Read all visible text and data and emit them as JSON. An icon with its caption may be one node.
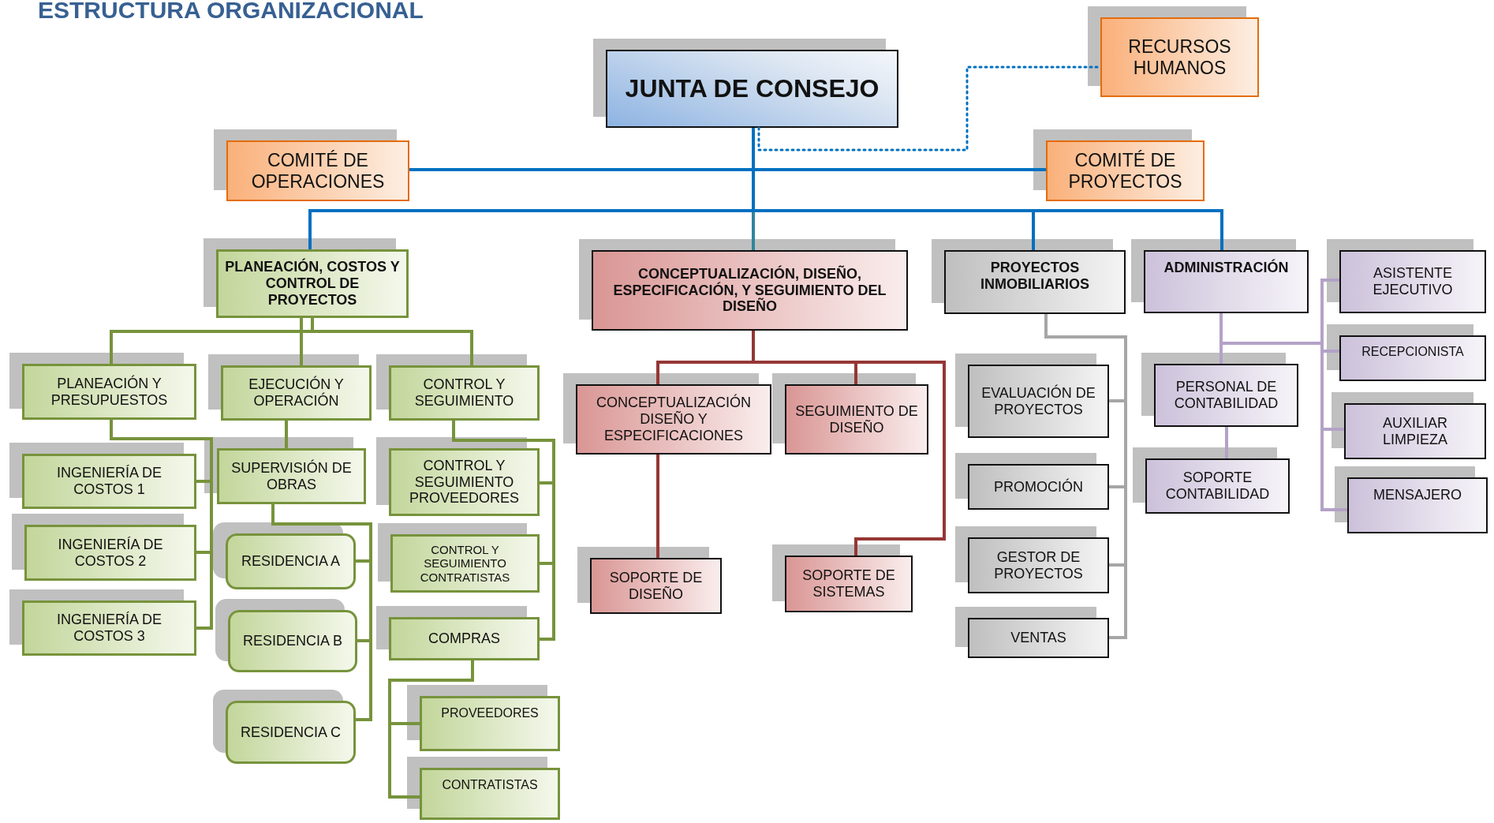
{
  "diagram": {
    "title": "ESTRUCTURA ORGANIZACIONAL",
    "nodes": [
      {
        "text": [
          "JUNTA DE CONSEJO"
        ]
      },
      {
        "text": [
          "RECURSOS HUMANOS"
        ]
      },
      {
        "text": [
          "COMITÉ DE OPERACIONES"
        ]
      },
      {
        "text": [
          "COMITÉ DE PROYECTOS"
        ]
      },
      {
        "text": [
          "PLANEACIÓN, COSTOS Y CONTROL DE PROYECTOS"
        ]
      },
      {
        "text": [
          "PLANEACIÓN Y PRESUPUESTOS"
        ]
      },
      {
        "text": [
          "INGENIERÍA DE COSTOS 1"
        ]
      },
      {
        "text": [
          "INGENIERÍA DE COSTOS 2"
        ]
      },
      {
        "text": [
          "INGENIERÍA DE COSTOS 3"
        ]
      },
      {
        "text": [
          "EJECUCIÓN Y OPERACIÓN"
        ]
      },
      {
        "text": [
          "SUPERVISIÓN DE OBRAS"
        ]
      },
      {
        "text": [
          "RESIDENCIA A"
        ]
      },
      {
        "text": [
          "RESIDENCIA B"
        ]
      },
      {
        "text": [
          "RESIDENCIA C"
        ]
      },
      {
        "text": [
          "CONTROL Y SEGUIMIENTO"
        ]
      },
      {
        "text": [
          "CONTROL Y SEGUIMIENTO PROVEEDORES"
        ]
      },
      {
        "text": [
          "CONTROL Y SEGUIMIENTO CONTRATISTAS"
        ]
      },
      {
        "text": [
          "COMPRAS"
        ]
      },
      {
        "text": [
          "PROVEEDORES"
        ]
      },
      {
        "text": [
          "CONTRATISTAS"
        ]
      },
      {
        "text": [
          "CONCEPTUALIZACIÓN, DISEÑO, ESPECIFICACIÓN, Y SEGUIMIENTO DEL DISEÑO"
        ]
      },
      {
        "text": [
          "CONCEPTUALIZACIÓN DISEÑO Y ESPECIFICACIONES"
        ]
      },
      {
        "text": [
          "SEGUIMIENTO DE DISEÑO"
        ]
      },
      {
        "text": [
          "SOPORTE DE DISEÑO"
        ]
      },
      {
        "text": [
          "SOPORTE DE SISTEMAS"
        ]
      },
      {
        "text": [
          "PROYECTOS INMOBILIARIOS"
        ]
      },
      {
        "text": [
          "EVALUACIÓN DE PROYECTOS"
        ]
      },
      {
        "text": [
          "PROMOCIÓN"
        ]
      },
      {
        "text": [
          "GESTOR DE PROYECTOS"
        ]
      },
      {
        "text": [
          "VENTAS"
        ]
      },
      {
        "text": [
          "ADMINISTRACIÓN"
        ]
      },
      {
        "text": [
          "PERSONAL DE CONTABILIDAD"
        ]
      },
      {
        "text": [
          "SOPORTE CONTABILIDAD"
        ]
      },
      {
        "text": [
          "ASISTENTE EJECUTIVO"
        ]
      },
      {
        "text": [
          "RECEPCIONISTA"
        ]
      },
      {
        "text": [
          "AUXILIAR LIMPIEZA"
        ]
      },
      {
        "text": [
          "MENSAJERO"
        ]
      }
    ],
    "edges": [
      {
        "from": 0,
        "to": 1,
        "arrow": "none",
        "style": "dashed",
        "color": "#0070c0"
      },
      {
        "from": 0,
        "to": 2,
        "arrow": "none",
        "color": "#0070c0"
      },
      {
        "from": 0,
        "to": 3,
        "arrow": "none",
        "color": "#0070c0"
      },
      {
        "from": 0,
        "to": 4,
        "arrow": "none",
        "color": "#0070c0"
      },
      {
        "from": 0,
        "to": 20,
        "arrow": "none",
        "color": "#31859c"
      },
      {
        "from": 0,
        "to": 25,
        "arrow": "none",
        "color": "#0070c0"
      },
      {
        "from": 0,
        "to": 30,
        "arrow": "none",
        "color": "#0070c0"
      },
      {
        "from": 4,
        "to": 5,
        "arrow": "none"
      },
      {
        "from": 4,
        "to": 9,
        "arrow": "none"
      },
      {
        "from": 4,
        "to": 14,
        "arrow": "none"
      },
      {
        "from": 5,
        "to": 6,
        "arrow": "none"
      },
      {
        "from": 5,
        "to": 7,
        "arrow": "none"
      },
      {
        "from": 5,
        "to": 8,
        "arrow": "none"
      },
      {
        "from": 9,
        "to": 10,
        "arrow": "none"
      },
      {
        "from": 10,
        "to": 11,
        "arrow": "none"
      },
      {
        "from": 10,
        "to": 12,
        "arrow": "none"
      },
      {
        "from": 10,
        "to": 13,
        "arrow": "none"
      },
      {
        "from": 14,
        "to": 15,
        "arrow": "none"
      },
      {
        "from": 14,
        "to": 16,
        "arrow": "none"
      },
      {
        "from": 14,
        "to": 17,
        "arrow": "none"
      },
      {
        "from": 17,
        "to": 18,
        "arrow": "none"
      },
      {
        "from": 17,
        "to": 19,
        "arrow": "none"
      },
      {
        "from": 20,
        "to": 21,
        "arrow": "none",
        "color": "#953735"
      },
      {
        "from": 20,
        "to": 22,
        "arrow": "none",
        "color": "#953735"
      },
      {
        "from": 20,
        "to": 24,
        "arrow": "none",
        "color": "#953735"
      },
      {
        "from": 21,
        "to": 23,
        "arrow": "none",
        "color": "#953735"
      },
      {
        "from": 25,
        "to": 26,
        "arrow": "none",
        "color": "#a6a6a6"
      },
      {
        "from": 25,
        "to": 27,
        "arrow": "none",
        "color": "#a6a6a6"
      },
      {
        "from": 25,
        "to": 28,
        "arrow": "none",
        "color": "#a6a6a6"
      },
      {
        "from": 25,
        "to": 29,
        "arrow": "none",
        "color": "#a6a6a6"
      },
      {
        "from": 30,
        "to": 31,
        "arrow": "none",
        "color": "#b3a2c7"
      },
      {
        "from": 31,
        "to": 32,
        "arrow": "none",
        "color": "#b3a2c7"
      },
      {
        "from": 30,
        "to": 33,
        "arrow": "none",
        "color": "#b3a2c7"
      },
      {
        "from": 30,
        "to": 34,
        "arrow": "none",
        "color": "#b3a2c7"
      },
      {
        "from": 30,
        "to": 35,
        "arrow": "none",
        "color": "#b3a2c7"
      },
      {
        "from": 30,
        "to": 36,
        "arrow": "none",
        "color": "#b3a2c7"
      }
    ]
  }
}
